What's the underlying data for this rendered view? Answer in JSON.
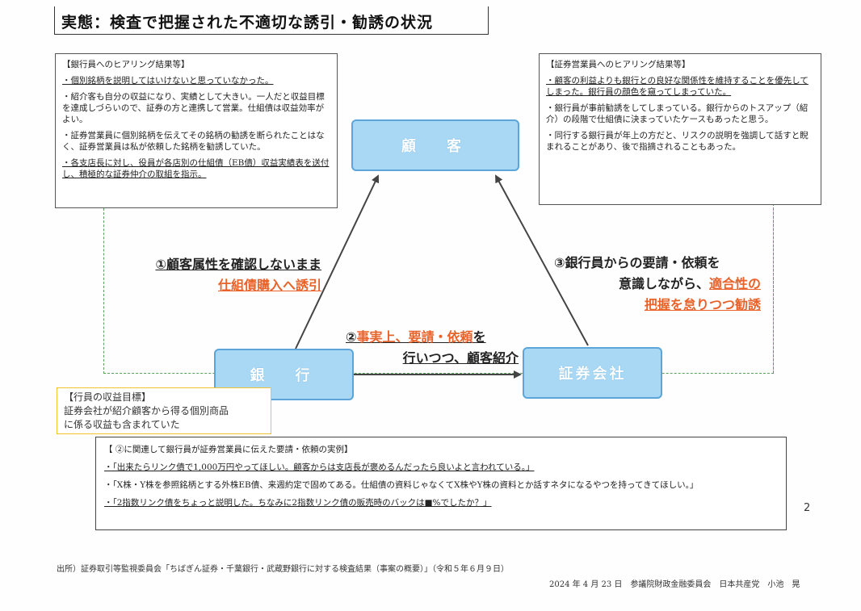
{
  "title": "実態：検査で把握された不適切な誘引・勧誘の状況",
  "bank_box": {
    "heading": "【銀行員へのヒアリング結果等】",
    "items": [
      "・個別銘柄を説明してはいけないと思っていなかった。",
      "・紹介客も自分の収益になり、実績として大きい。一人だと収益目標を達成しづらいので、証券の方と連携して営業。仕組債は収益効率がよい。",
      "・証券営業員に個別銘柄を伝えてその銘柄の勧誘を断られたことはなく、証券営業員は私が依頼した銘柄を勧誘していた。",
      "・各支店長に対し、役員が各店別の仕組債（EB債）収益実績表を送付し、積極的な証券仲介の取組を指示。"
    ]
  },
  "securities_box": {
    "heading": "【証券営業員へのヒアリング結果等】",
    "items": [
      "・顧客の利益よりも銀行との良好な関係性を維持することを優先してしまった。銀行員の顔色を窺ってしまっていた。",
      "・銀行員が事前勧誘をしてしまっている。銀行からのトスアップ（紹介）の段階で仕組債に決まっていたケースもあったと思う。",
      "・同行する銀行員が年上の方だと、リスクの説明を強調して話すと睨まれることがあり、後で指摘されることもあった。"
    ]
  },
  "nodes": {
    "customer": "顧　客",
    "bank": "銀　行",
    "securities": "証券会社"
  },
  "labels": {
    "l1_line1": "①顧客属性を確認しないまま",
    "l1_line2": "仕組債購入へ誘引",
    "l2_prefix": "②",
    "l2_red": "事実上、要請・依頼",
    "l2_suffix": "を",
    "l2_line2": "行いつつ、顧客紹介",
    "l3_line1": "③銀行員からの要請・依頼を",
    "l3_line2_black": "意識しながら、",
    "l3_line2_red": "適合性の",
    "l3_line3": "把握を怠りつつ勧誘"
  },
  "goal_box": {
    "heading": "【行員の収益目標】",
    "line1": "証券会社が紹介顧客から得る個別商品",
    "line2": "に係る収益も含まれていた"
  },
  "example_box": {
    "heading": "【 ②に関連して銀行員が証券営業員に伝えた要請・依頼の実例】",
    "items": [
      "・「出来たらリンク債で1,000万円やってほしい。顧客からは支店長が褒めるんだったら良いよと言われている。」",
      "・「X株・Y株を参照銘柄とする外株EB債、来週約定で固めてある。仕組債の資料じゃなくてX株やY株の資料とか話すネタになるやつを持ってきてほしい。」",
      "・「2指数リンク債をちょっと説明した。ちなみに2指数リンク債の販売時のバックは■%でしたか？」"
    ]
  },
  "page_number": "2",
  "source": "出所）証券取引等監視委員会「ちばぎん証券・千葉銀行・武蔵野銀行に対する検査結果（事案の概要）」（令和５年６月９日）",
  "credit": "2024 年 4 月 23 日　参議院財政金融委員会　日本共産党　小池　晃",
  "colors": {
    "node_fill": "#a9d8f5",
    "node_border": "#5ba5d8",
    "highlight_red": "#e8622a",
    "dashed_green": "#59a05a",
    "goal_border": "#f2c230"
  }
}
